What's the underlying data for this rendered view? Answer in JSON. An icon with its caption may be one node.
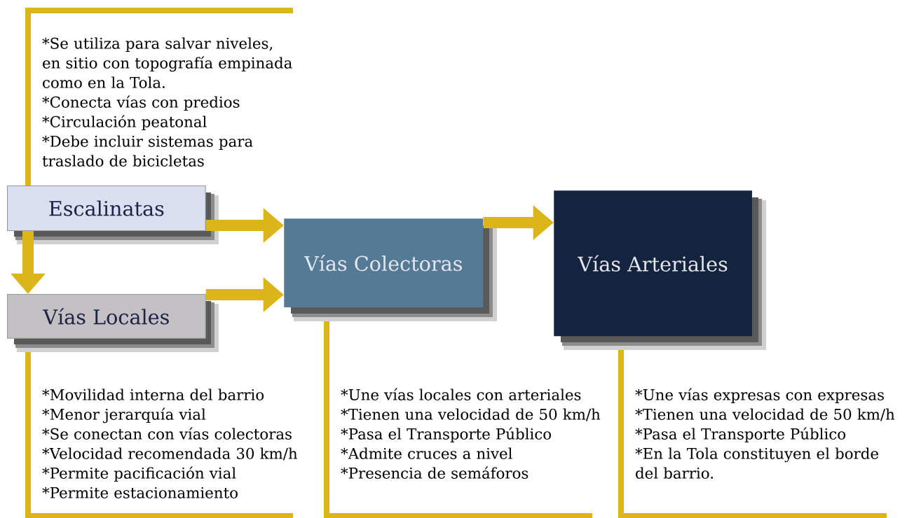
{
  "diagram": {
    "nodes": [
      {
        "text": [
          "Escalinatas"
        ],
        "beside": [
          "*Se utiliza para salvar niveles, en sitio con topografía empinada como en la Tola.",
          "*Conecta vías con predios",
          "*Circulación peatonal",
          "*Debe incluir sistemas para traslado de bicicletas"
        ]
      },
      {
        "text": [
          "Vías Locales"
        ],
        "beside": [
          "*Movilidad interna del barrio",
          "*Menor jerarquía vial",
          "*Se conectan con vías colectoras",
          "*Velocidad recomendada 30 km/h",
          "*Permite pacificación vial",
          "*Permite estacionamiento"
        ]
      },
      {
        "text": [
          "Vías Colectoras"
        ],
        "beside": [
          "*Une vías locales con arteriales",
          "*Tienen una velocidad de 50 km/h",
          "*Pasa el Transporte Público",
          "*Admite cruces a nivel",
          "*Presencia de semáforos"
        ]
      },
      {
        "text": [
          "Vías Arteriales"
        ],
        "beside": [
          "*Une vías expresas con expresas",
          "*Tienen una velocidad de 50 km/h",
          "*Pasa el Transporte Público",
          "*En la Tola constituyen el borde del barrio."
        ]
      }
    ],
    "edges": [
      {
        "from": 0,
        "to": 1,
        "arrow": "to"
      },
      {
        "from": 0,
        "to": 2,
        "arrow": "to"
      },
      {
        "from": 1,
        "to": 2,
        "arrow": "to"
      },
      {
        "from": 2,
        "to": 3,
        "arrow": "to"
      }
    ]
  }
}
